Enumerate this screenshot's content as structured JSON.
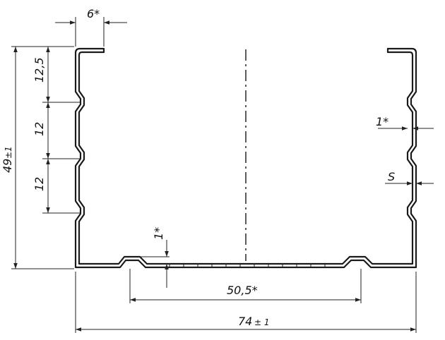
{
  "drawing": {
    "title": "",
    "colors": {
      "profile": "#1a1a1a",
      "dimension": "#222222",
      "axis": "#333333"
    },
    "dimensions": {
      "flange_width": "6*",
      "segment_top": "12,5",
      "segment_mid": "12",
      "segment_low": "12",
      "total_height": "49",
      "total_height_tol": "±1",
      "rib_depth": "1*",
      "thickness": "S",
      "bottom_rib": "1*",
      "inner_width": "50,5*",
      "total_width": "74",
      "total_width_tol": "± 1"
    }
  }
}
